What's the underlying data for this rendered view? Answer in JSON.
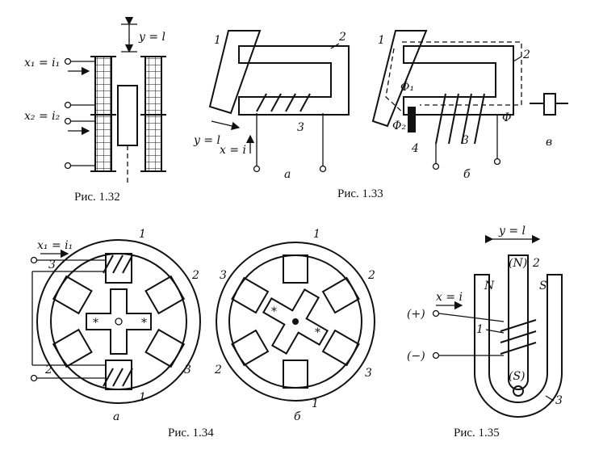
{
  "fig_1_32": {
    "caption": "Рис. 1.32",
    "x1_label": "x₁ = i₁",
    "x2_label": "x₂ = i₂",
    "y_label": "y = l"
  },
  "fig_1_33": {
    "caption": "Рис. 1.33",
    "a": {
      "num_1": "1",
      "num_2": "2",
      "num_3": "3",
      "y_label": "y = l",
      "x_label": "x = i",
      "sub": "a"
    },
    "b": {
      "num_1": "1",
      "num_2": "2",
      "num_3": "3",
      "num_4": "4",
      "phi": "Φ",
      "phi1": "Φ₁",
      "phi2": "Φ₂",
      "sub": "б"
    },
    "v": {
      "sub": "в"
    }
  },
  "fig_1_34": {
    "caption": "Рис. 1.34",
    "a": {
      "x1_label": "x₁ = i₁",
      "n1_top": "1",
      "n2": "2",
      "n3": "3",
      "n3_left": "3",
      "n2_bottom": "2",
      "n1_bottom": "1",
      "sub": "a"
    },
    "b": {
      "n1_top": "1",
      "n2": "2",
      "n3": "3",
      "n2_bottom": "2",
      "n3_bottom": "3",
      "n1_bottom": "1",
      "sub": "б"
    }
  },
  "fig_1_35": {
    "caption": "Рис. 1.35",
    "y_label": "y = l",
    "x_label": "x = i",
    "plus": "(+)",
    "minus": "(−)",
    "N_left": "N",
    "S_right": "S",
    "N_center": "(N)",
    "S_center": "(S)",
    "n1": "1",
    "n2": "2",
    "n3": "3"
  }
}
